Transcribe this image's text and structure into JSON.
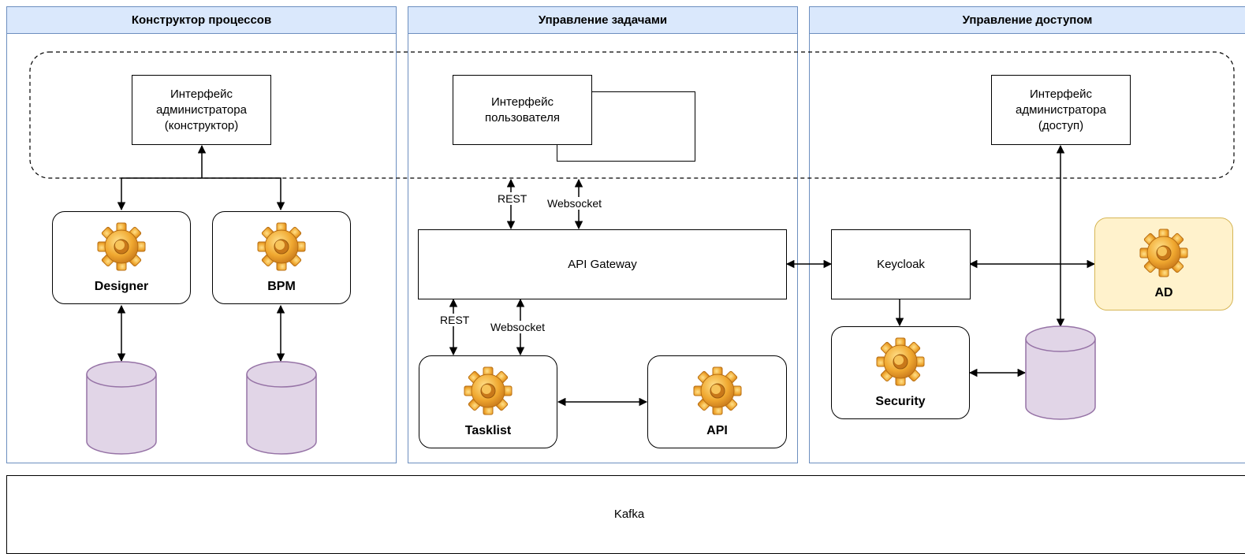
{
  "lanes": {
    "process_designer": "Конструктор процессов",
    "task_management": "Управление задачами",
    "access_management": "Управление доступом"
  },
  "nodes": {
    "admin_ui_designer": "Интерфейс\nадминистратора\n(конструктор)",
    "user_ui": "Интерфейс\nпользователя",
    "admin_ui_access": "Интерфейс\nадминистратора\n(доступ)",
    "designer": "Designer",
    "bpm": "BPM",
    "api_gateway": "API Gateway",
    "keycloak": "Keycloak",
    "ad": "AD",
    "tasklist": "Tasklist",
    "api": "API",
    "security": "Security",
    "kafka": "Kafka"
  },
  "edges": {
    "rest_upper": "REST",
    "websocket_upper": "Websocket",
    "rest_lower": "REST",
    "websocket_lower": "Websocket"
  },
  "colors": {
    "lane_fill": "#dae8fc",
    "lane_stroke": "#6c8ebf",
    "database_fill": "#e1d5e7",
    "database_stroke": "#9673a6",
    "ad_fill": "#fff2cc",
    "ad_stroke": "#d6b656",
    "gear": "#f0a830"
  },
  "icons": {
    "service": "gear-icon",
    "storage": "database-icon"
  }
}
